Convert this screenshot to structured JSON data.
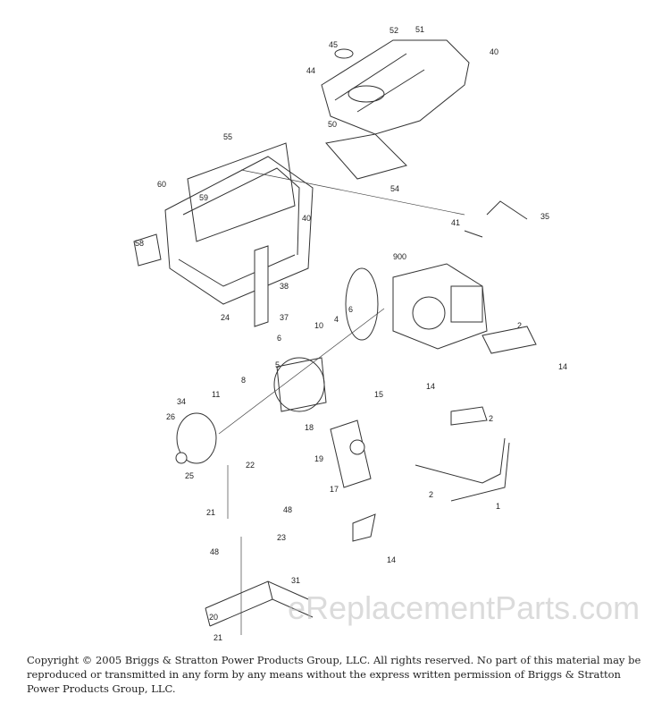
{
  "watermark": "eReplacementParts.com",
  "copyright": "Copyright © 2005 Briggs & Stratton Power Products Group, LLC.  All rights reserved.  No part of this material may be reproduced or transmitted in any form by any means without the express written permission of Briggs & Stratton Power Products Group, LLC.",
  "callouts": [
    "45",
    "52",
    "51",
    "40",
    "44",
    "50",
    "54",
    "55",
    "60",
    "59",
    "40",
    "58",
    "41",
    "35",
    "900",
    "38",
    "24",
    "37",
    "6",
    "4",
    "10",
    "6",
    "5",
    "2",
    "14",
    "14",
    "15",
    "8",
    "11",
    "34",
    "26",
    "2",
    "18",
    "19",
    "17",
    "25",
    "22",
    "48",
    "21",
    "2",
    "1",
    "14",
    "23",
    "48",
    "31",
    "20",
    "21"
  ]
}
